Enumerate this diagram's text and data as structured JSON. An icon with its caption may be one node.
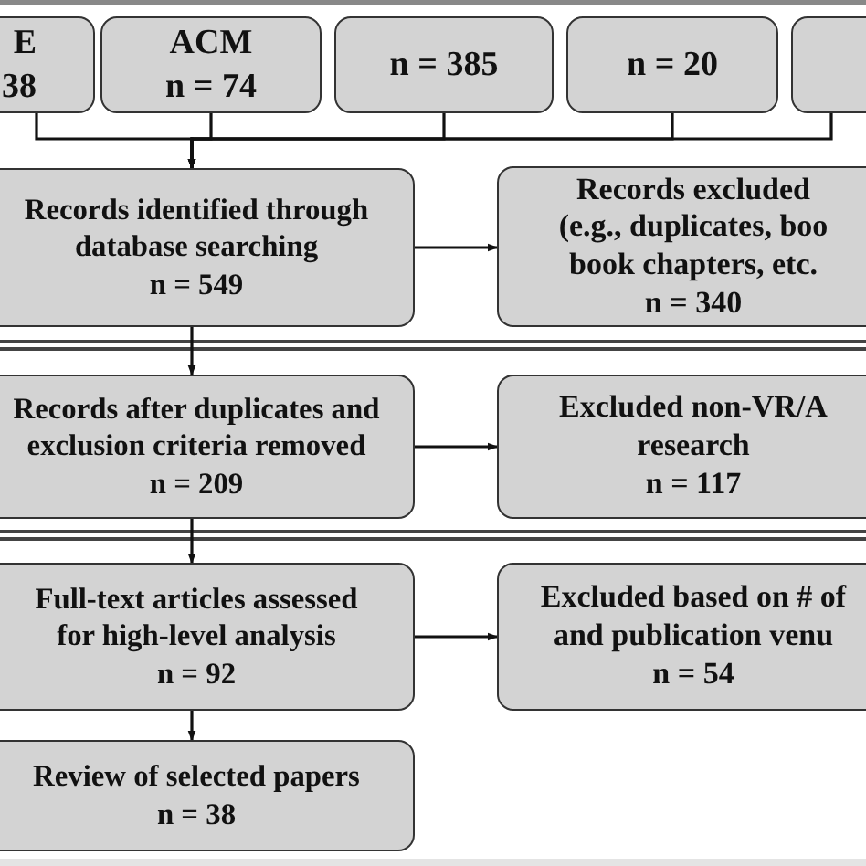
{
  "diagram": {
    "nodes": [
      {
        "text": [
          "E",
          "38"
        ]
      },
      {
        "text": [
          "ACM",
          "n = 74"
        ]
      },
      {
        "text": [
          "n = 385"
        ]
      },
      {
        "text": [
          "n = 20"
        ]
      },
      {
        "text": [],
        "shape": "box"
      },
      {
        "text": [
          "Records identified through database searching",
          "n = 549"
        ]
      },
      {
        "text": [
          "Records excluded",
          "(e.g., duplicates, boo",
          "book chapters, etc.",
          "n = 340"
        ]
      },
      {
        "text": [
          "Records after duplicates and exclusion criteria removed",
          "n = 209"
        ]
      },
      {
        "text": [
          "Excluded non-VR/A",
          "research",
          "n = 117"
        ]
      },
      {
        "text": [
          "Full-text articles assessed for high-level analysis",
          "n = 92"
        ]
      },
      {
        "text": [
          "Excluded based on # of",
          "and publication venu",
          "n = 54"
        ]
      },
      {
        "text": [
          "Review of selected papers",
          "n = 38"
        ]
      }
    ],
    "edges": [
      {
        "from": 0,
        "to": 5,
        "arrow": "to"
      },
      {
        "from": 1,
        "to": 5,
        "arrow": "to"
      },
      {
        "from": 2,
        "to": 5,
        "arrow": "to"
      },
      {
        "from": 3,
        "to": 5,
        "arrow": "to"
      },
      {
        "from": 4,
        "to": 5,
        "arrow": "to"
      },
      {
        "from": 5,
        "to": 6,
        "arrow": "to"
      },
      {
        "from": 5,
        "to": 7,
        "arrow": "to"
      },
      {
        "from": 7,
        "to": 8,
        "arrow": "to"
      },
      {
        "from": 7,
        "to": 9,
        "arrow": "to"
      },
      {
        "from": 9,
        "to": 10,
        "arrow": "to"
      },
      {
        "from": 9,
        "to": 11,
        "arrow": "to"
      }
    ]
  }
}
